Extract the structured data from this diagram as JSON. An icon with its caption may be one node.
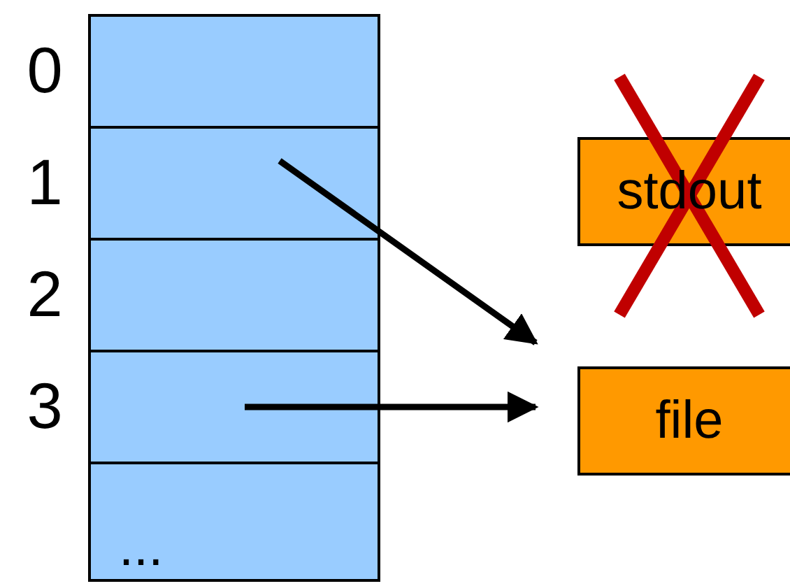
{
  "diagram": {
    "nodes": [
      {
        "text": [],
        "shape": "box",
        "beside": [
          "0"
        ]
      },
      {
        "text": [],
        "shape": "box",
        "beside": [
          "1"
        ]
      },
      {
        "text": [],
        "shape": "box",
        "beside": [
          "2"
        ]
      },
      {
        "text": [],
        "shape": "box",
        "beside": [
          "3"
        ]
      },
      {
        "text": [
          "..."
        ]
      },
      {
        "text": [
          "stdout"
        ]
      },
      {
        "text": [
          "file"
        ]
      }
    ],
    "edges": [
      {
        "from": 1,
        "to": 6,
        "arrow": "to"
      },
      {
        "from": 3,
        "to": 6,
        "arrow": "to"
      }
    ]
  }
}
